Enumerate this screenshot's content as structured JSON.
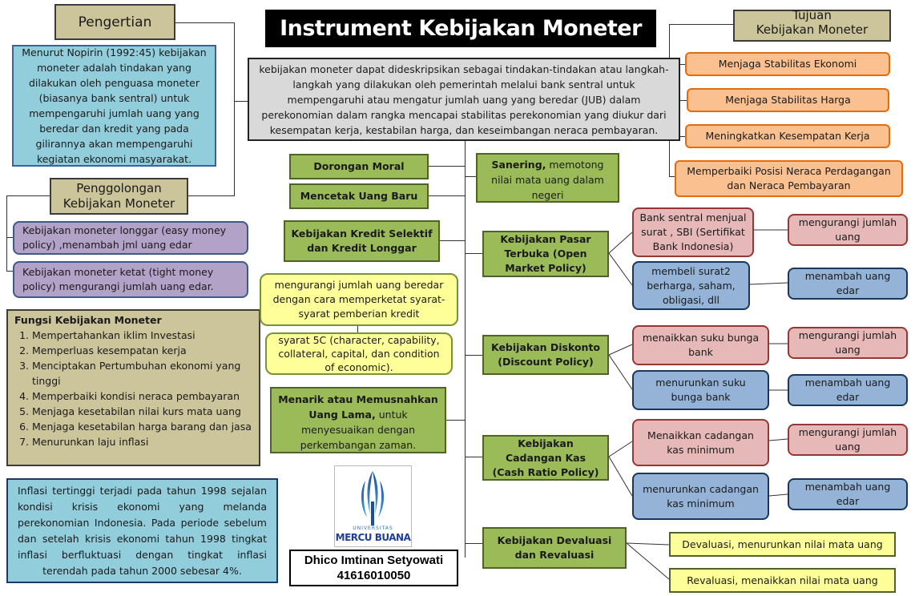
{
  "title": "Instrument Kebijakan Moneter",
  "pengertian": {
    "header": "Pengertian",
    "text": "Menurut Nopirin (1992:45) kebijakan moneter adalah tindakan yang dilakukan oleh penguasa moneter (biasanya bank sentral) untuk mempengaruhi jumlah uang yang beredar dan kredit yang pada gilirannya akan mempengaruhi kegiatan ekonomi masyarakat."
  },
  "definition": "kebijakan moneter dapat dideskripsikan sebagai tindakan-tindakan atau langkah-langkah yang dilakukan oleh pemerintah melalui bank sentral untuk mempengaruhi atau mengatur jumlah uang yang beredar (JUB) dalam perekonomian dalam rangka mencapai stabilitas perekonomian yang diukur dari kesempatan kerja, kestabilan harga, dan keseimbangan neraca pembayaran.",
  "tujuan": {
    "header_line1": "Tujuan",
    "header_line2": "Kebijakan Moneter",
    "items": [
      "Menjaga Stabilitas Ekonomi",
      "Menjaga Stabilitas Harga",
      "Meningkatkan Kesempatan Kerja",
      "Memperbaiki Posisi Neraca Perdagangan dan Neraca Pembayaran"
    ]
  },
  "penggolongan": {
    "header_line1": "Penggolongan",
    "header_line2": "Kebijakan Moneter",
    "items": [
      "Kebijakan moneter longgar (easy money policy) ,menambah jml uang edar",
      "Kebijakan moneter ketat (tight money policy) mengurangi jumlah uang edar."
    ]
  },
  "fungsi": {
    "header": "Fungsi Kebijakan Moneter",
    "items": [
      "Mempertahankan iklim Investasi",
      "Memperluas kesempatan kerja",
      "Menciptakan Pertumbuhan ekonomi yang tinggi",
      "Memperbaiki kondisi neraca pembayaran",
      "Menjaga kesetabilan nilai kurs mata uang",
      "Menjaga kesetabilan harga barang dan jasa",
      "Menurunkan laju inflasi"
    ]
  },
  "inflasi": "Inflasi tertinggi terjadi pada tahun 1998 sejalan kondisi krisis ekonomi yang melanda perekonomian Indonesia. Pada periode sebelum dan setelah krisis ekonomi tahun 1998 tingkat inflasi berfluktuasi dengan tingkat inflasi terendah pada tahun 2000 sebesar 4%.",
  "left_instruments": {
    "dorongan": "Dorongan Moral",
    "mencetak": "Mencetak Uang Baru",
    "kredit": "Kebijakan Kredit Selektif dan Kredit Longgar",
    "kredit_note1": "mengurangi jumlah uang beredar dengan cara memperketat syarat-syarat pemberian kredit",
    "kredit_note2": "syarat 5C (character, capability, collateral, capital, dan condition of economic).",
    "menarik_bold": "Menarik atau Memusnahkan Uang Lama,",
    "menarik_rest": " untuk menyesuaikan dengan perkembangan zaman."
  },
  "sanering": {
    "bold": "Sanering,",
    "rest": " memotong nilai mata uang dalam negeri"
  },
  "pasar": {
    "label": "Kebijakan Pasar Terbuka (Open Market Policy)",
    "a": "Bank sentral menjual surat , SBI  (Sertifikat Bank Indonesia)",
    "a_result": "mengurangi jumlah uang",
    "b": "membeli surat2 berharga, saham, obligasi, dll",
    "b_result": "menambah uang edar"
  },
  "diskonto": {
    "label": "Kebijakan Diskonto (Discount Policy)",
    "a": "menaikkan suku bunga bank",
    "a_result": "mengurangi jumlah uang",
    "b": "menurunkan suku bunga bank",
    "b_result": "menambah uang edar"
  },
  "cadangan": {
    "label": "Kebijakan Cadangan Kas (Cash Ratio Policy)",
    "a": "Menaikkan cadangan kas minimum",
    "a_result": "mengurangi jumlah uang",
    "b": "menurunkan cadangan kas minimum",
    "b_result": "menambah uang edar"
  },
  "devaluasi": {
    "label": "Kebijakan Devaluasi dan Revaluasi",
    "a": "Devaluasi, menurunkan nilai mata uang",
    "b": "Revaluasi, menaikkan nilai mata uang"
  },
  "logo": {
    "small": "UNIVERSITAS",
    "name": "MERCU BUANA"
  },
  "author": {
    "name": "Dhico Imtinan Setyowati",
    "id": "41616010050"
  },
  "colors": {
    "title_bg": "#000000",
    "tan": "#ccc49a",
    "blue": "#92cddc",
    "orange": "#fac090",
    "green": "#9bbb59",
    "yellow": "#ffff99",
    "pink": "#e6b9b8",
    "light_blue": "#95b3d7",
    "purple": "#b2a2c7"
  }
}
